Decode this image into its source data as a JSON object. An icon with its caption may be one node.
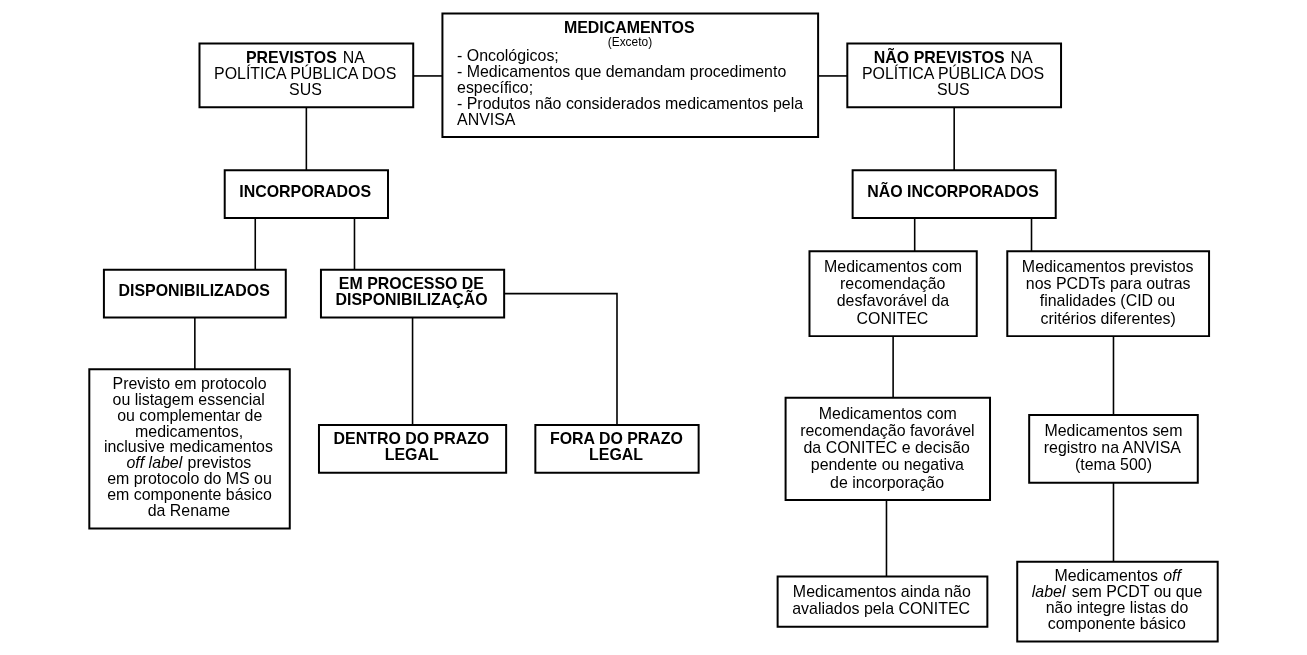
{
  "diagram": {
    "nodes": [
      {
        "text": [
          "**PREVISTOS** NA POLÍTICA PÚBLICA DOS SUS"
        ]
      },
      {
        "text": [
          "MEDICAMENTOS",
          "(Exceto)",
          "- Oncológicos;",
          "- Medicamentos que demandam procedimento específico;",
          "- Produtos não considerados medicamentos pela ANVISA"
        ]
      },
      {
        "text": [
          "**NÃO PREVISTOS** NA POLÍTICA PÚBLICA DOS SUS"
        ]
      },
      {
        "text": [
          "INCORPORADOS"
        ]
      },
      {
        "text": [
          "DISPONIBILIZADOS"
        ]
      },
      {
        "text": [
          "EM PROCESSO DE DISPONIBILIZAÇÃO"
        ]
      },
      {
        "text": [
          "Previsto em protocolo ou listagem essencial ou complementar de medicamentos, inclusive medicamentos *off label* previstos em protocolo do MS ou em componente básico da Rename"
        ]
      },
      {
        "text": [
          "DENTRO DO PRAZO LEGAL"
        ]
      },
      {
        "text": [
          "FORA DO PRAZO LEGAL"
        ]
      },
      {
        "text": [
          "NÃO INCORPORADOS"
        ]
      },
      {
        "text": [
          "Medicamentos com recomendação desfavorável da CONITEC"
        ]
      },
      {
        "text": [
          "Medicamentos previstos nos PCDTs para outras finalidades (CID ou critérios diferentes)"
        ]
      },
      {
        "text": [
          "Medicamentos com recomendação favorável da CONITEC e decisão pendente ou negativa de incorporação"
        ]
      },
      {
        "text": [
          "Medicamentos sem registro na ANVISA (tema 500)"
        ]
      },
      {
        "text": [
          "Medicamentos ainda não avaliados pela CONITEC"
        ]
      },
      {
        "text": [
          "Medicamentos *off label* sem PCDT ou que não integre listas do componente básico"
        ]
      }
    ],
    "edges": [
      {
        "from": 0,
        "to": 1,
        "arrow": "none"
      },
      {
        "from": 1,
        "to": 2,
        "arrow": "none"
      },
      {
        "from": 0,
        "to": 3,
        "arrow": "none"
      },
      {
        "from": 3,
        "to": 4,
        "arrow": "none"
      },
      {
        "from": 3,
        "to": 5,
        "arrow": "none"
      },
      {
        "from": 4,
        "to": 6,
        "arrow": "none"
      },
      {
        "from": 5,
        "to": 7,
        "arrow": "none"
      },
      {
        "from": 5,
        "to": 8,
        "arrow": "none"
      },
      {
        "from": 2,
        "to": 9,
        "arrow": "none"
      },
      {
        "from": 9,
        "to": 10,
        "arrow": "none"
      },
      {
        "from": 9,
        "to": 11,
        "arrow": "none"
      },
      {
        "from": 10,
        "to": 12,
        "arrow": "none"
      },
      {
        "from": 12,
        "to": 14,
        "arrow": "none"
      },
      {
        "from": 11,
        "to": 13,
        "arrow": "none"
      },
      {
        "from": 13,
        "to": 15,
        "arrow": "none"
      }
    ]
  }
}
